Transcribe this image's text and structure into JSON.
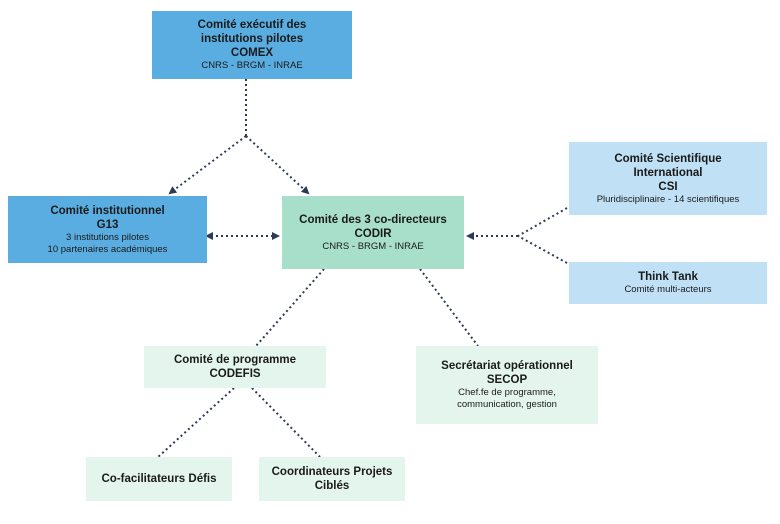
{
  "nodes": {
    "comex": {
      "title_lines": [
        "Comité exécutif des",
        "institutions pilotes",
        "COMEX"
      ],
      "subtitle_lines": [
        "CNRS - BRGM - INRAE"
      ]
    },
    "g13": {
      "title_lines": [
        "Comité institutionnel",
        "G13"
      ],
      "subtitle_lines": [
        "3 institutions pilotes",
        "10 partenaires académiques"
      ]
    },
    "codir": {
      "title_lines": [
        "Comité des 3 co-directeurs",
        "CODIR"
      ],
      "subtitle_lines": [
        "CNRS - BRGM - INRAE"
      ]
    },
    "csi": {
      "title_lines": [
        "Comité Scientifique",
        "International",
        "CSI"
      ],
      "subtitle_lines": [
        "Pluridisciplinaire - 14 scientifiques"
      ]
    },
    "think_tank": {
      "title_lines": [
        "Think Tank"
      ],
      "subtitle_lines": [
        "Comité multi-acteurs"
      ]
    },
    "codefis": {
      "title_lines": [
        "Comité de programme",
        "CODEFIS"
      ],
      "subtitle_lines": []
    },
    "secop": {
      "title_lines": [
        "Secrétariat opérationnel",
        "SECOP"
      ],
      "subtitle_lines": [
        "Chef.fe de programme,",
        "communication, gestion"
      ]
    },
    "cofacilitateurs": {
      "title_lines": [
        "Co-facilitateurs Défis"
      ],
      "subtitle_lines": []
    },
    "coordinateurs": {
      "title_lines": [
        "Coordinateurs Projets",
        "Ciblés"
      ],
      "subtitle_lines": []
    }
  },
  "colors": {
    "blue_mid": "#5aade1",
    "blue_light": "#bfe0f5",
    "green": "#a7dfca",
    "green_light": "#e4f5ee",
    "line": "#2b3a55"
  }
}
